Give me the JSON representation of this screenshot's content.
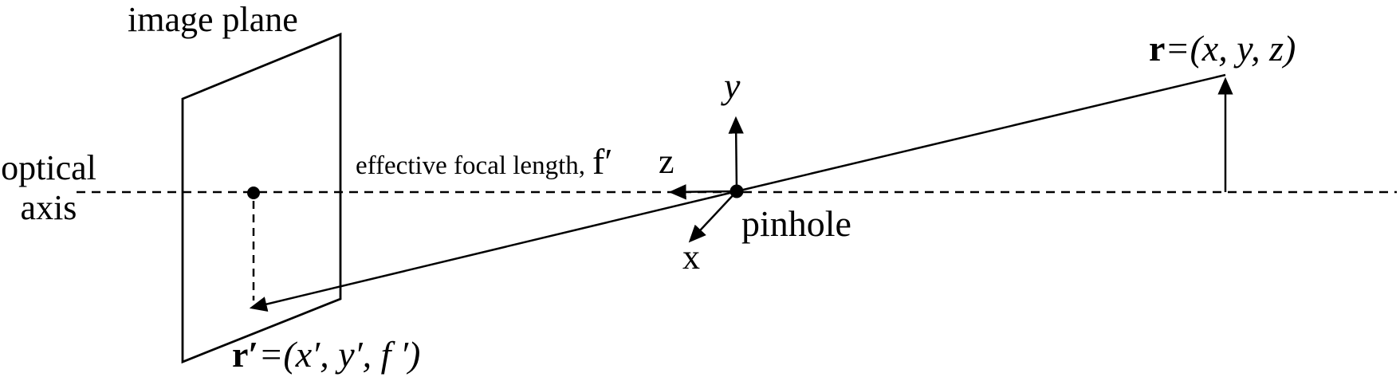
{
  "diagram": {
    "colors": {
      "background": "#ffffff",
      "line": "#000000"
    },
    "labels": {
      "image_plane": "image plane",
      "optical_axis": {
        "line1": "optical",
        "line2": "axis"
      },
      "effective_focal_length": {
        "text": "effective focal length,",
        "symbol": "f′"
      },
      "pinhole": "pinhole",
      "axis_z": "z",
      "axis_y": "y",
      "axis_x": "x",
      "scene_point": {
        "vector": "r",
        "equation": "=(x, y, z)"
      },
      "image_point": {
        "vector": "r′",
        "equation": "=(x′, y′, f ′)"
      }
    }
  }
}
